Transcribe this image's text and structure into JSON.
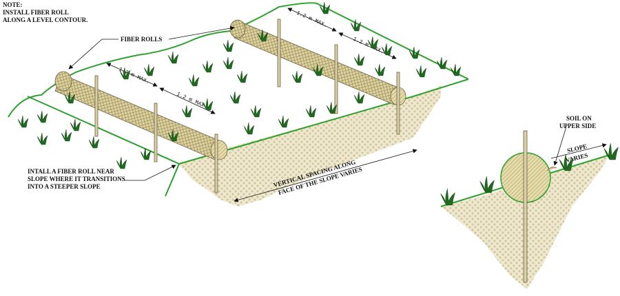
{
  "notes": {
    "note_title": "NOTE:",
    "note_line1": "INSTALL FIBER ROLL",
    "note_line2": "ALONG A LEVEL CONTOUR."
  },
  "labels": {
    "fiber_rolls": "FIBER ROLLS",
    "install_line1": "INTALL A FIBER ROLL NEAR",
    "install_line2": "SLOPE WHERE IT TRANSITIONS",
    "install_line3": "INTO A STEEPER SLOPE",
    "vertical_line1": "VERTICAL SPACING ALONG",
    "vertical_line2": "FACE OF THE SLOPE VARIES",
    "soil_line1": "SOIL ON",
    "soil_line2": "UPPER SIDE",
    "slope_line1": "SLOPE",
    "slope_line2": "VARIES"
  },
  "dimensions": {
    "dim_1": "1.2 m MAX.",
    "dim_2": "1.2 m MAX.",
    "dim_3": "1.2 m MAX.",
    "dim_4": "1.2 m MAX."
  },
  "colors": {
    "ground": "#2ca02c",
    "roll_fill": "#d9cf9c",
    "soil_fill": "#e8e0c4",
    "plant": "#1f6a1f"
  }
}
